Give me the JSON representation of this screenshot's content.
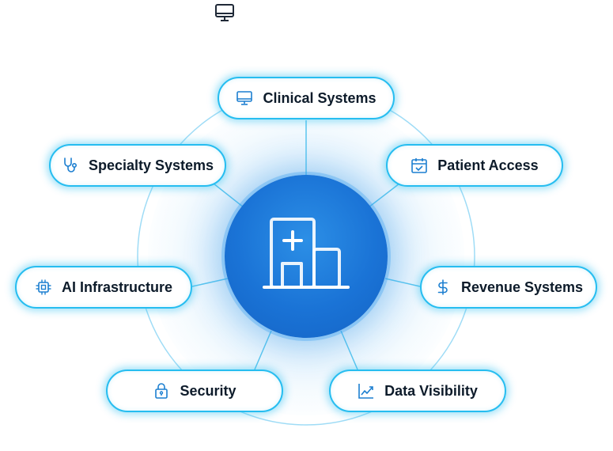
{
  "top_icon": "desktop-monitor-icon",
  "hub": {
    "icon": "hospital-building-icon",
    "accent": "#1a73d6"
  },
  "colors": {
    "node_border": "#26bdf0",
    "icon_blue": "#1c7fd0",
    "label": "#0d1b2a"
  },
  "nodes": {
    "clinical": {
      "label": "Clinical Systems",
      "icon": "monitor-icon"
    },
    "patient": {
      "label": "Patient Access",
      "icon": "calendar-check-icon"
    },
    "specialty": {
      "label": "Specialty Systems",
      "icon": "stethoscope-icon"
    },
    "ai": {
      "label": "AI Infrastructure",
      "icon": "cpu-chip-icon"
    },
    "revenue": {
      "label": "Revenue Systems",
      "icon": "dollar-sign-icon"
    },
    "security": {
      "label": "Security",
      "icon": "lock-icon"
    },
    "data": {
      "label": "Data Visibility",
      "icon": "line-chart-icon"
    }
  }
}
